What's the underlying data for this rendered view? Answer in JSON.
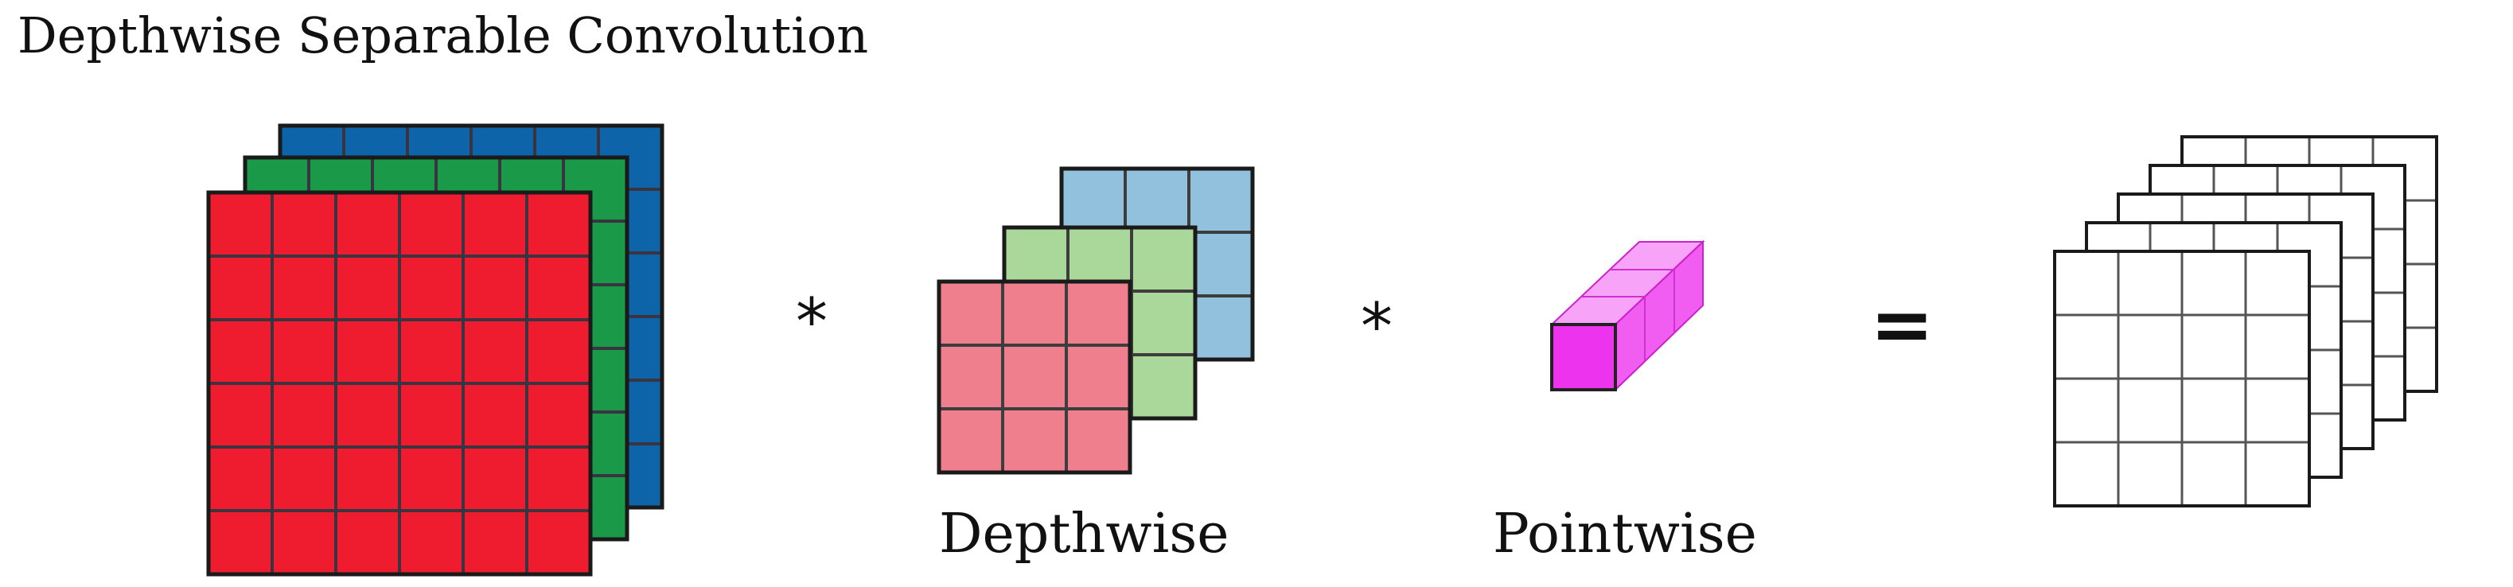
{
  "title": "Depthwise Separable Convolution",
  "labels": {
    "depthwise": "Depthwise",
    "pointwise": "Pointwise"
  },
  "operators": {
    "first": "*",
    "second": "*",
    "equals": "="
  },
  "colors": {
    "input_red": "#ee1c2e",
    "input_green": "#1a9a48",
    "input_blue": "#0e64a8",
    "kernel_red": "#ef7f8c",
    "kernel_green": "#a9d89a",
    "kernel_blue": "#92c1dd",
    "pointwise_magenta": "#ee33ee",
    "grid_line": "#3a3340",
    "output_fill": "#ffffff"
  },
  "input_volume": {
    "channels": [
      "red",
      "green",
      "blue"
    ],
    "rows": 6,
    "cols": 6
  },
  "depthwise_kernels": {
    "channels": [
      "red",
      "green",
      "blue"
    ],
    "rows": 3,
    "cols": 3
  },
  "pointwise_kernel": {
    "size": "1x1",
    "color": "magenta"
  },
  "output_volume": {
    "layers": 5,
    "rows": 4,
    "cols": 4
  }
}
